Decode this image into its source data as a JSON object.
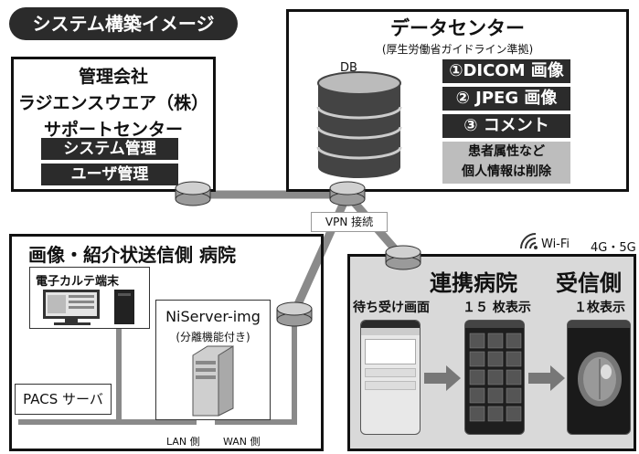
{
  "title_badge": "システム構築イメージ",
  "datacenter": {
    "title": "データセンター",
    "subtitle": "(厚生労働省ガイドライン準拠)",
    "db_label": "DB",
    "items": [
      "①DICOM 画像",
      "② JPEG 画像",
      "③ コメント"
    ],
    "note_line1": "患者属性など",
    "note_line2": "個人情報は削除"
  },
  "mgmt": {
    "line1": "管理会社",
    "line2": "ラジエンスウエア（株）",
    "line3": "サポートセンター",
    "buttons": [
      "システム管理",
      "ユーザ管理"
    ]
  },
  "vpn_label": "VPN 接続",
  "sending": {
    "title": "画像・紹介状送信側 病院",
    "ehr_label": "電子カルテ端末",
    "server_name": "NiServer-img",
    "server_sub": "(分離機能付き)",
    "pacs_label": "PACS サーバ",
    "lan_label": "LAN 側",
    "wan_label": "WAN 側"
  },
  "network": {
    "wifi": "Wi-Fi",
    "mobile": "4G・5G"
  },
  "receiving": {
    "title_left": "連携病院",
    "title_right": "受信側",
    "screen1": "待ち受け画面",
    "screen2": "１５ 枚表示",
    "screen3": "１枚表示"
  },
  "colors": {
    "dark": "#2b2b2b",
    "line": "#8a8a8a",
    "panel": "#d9d9d9",
    "note": "#bdbdbd"
  }
}
